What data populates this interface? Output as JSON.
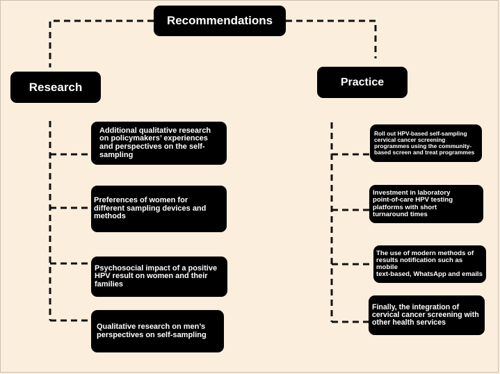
{
  "root": {
    "label": "Recommendations"
  },
  "research": {
    "heading": "Research",
    "items": [
      {
        "lines": [
          "Additional qualitative research",
          "on policymakers’ experiences",
          "and perspectives on the self-",
          "sampling"
        ]
      },
      {
        "lines": [
          "Preferences of women for",
          "different sampling devices and",
          "methods"
        ]
      },
      {
        "lines": [
          "Psychosocial impact of a positive",
          "HPV result on women and their",
          "families"
        ]
      },
      {
        "lines": [
          "Qualitative research on men’s",
          "perspectives on self-sampling"
        ]
      }
    ]
  },
  "practice": {
    "heading": "Practice",
    "items": [
      {
        "lines": [
          "Roll out HPV-based self-sampling",
          "cervical cancer screening",
          "programmes using the community-",
          "based screen and treat programmes"
        ]
      },
      {
        "lines": [
          "Investment in laboratory",
          "point-of-care HPV testing",
          "platforms with short",
          "turnaround times"
        ]
      },
      {
        "lines": [
          "The use of modern methods of",
          "results notification such as mobile",
          "text-based, WhatsApp and emails"
        ]
      },
      {
        "lines": [
          "Finally, the integration of",
          "cervical cancer screening with",
          "other health services"
        ]
      }
    ]
  },
  "colors": {
    "background": "#fbeedd",
    "box": "#000000",
    "text": "#ffffff",
    "connector": "#111111"
  }
}
